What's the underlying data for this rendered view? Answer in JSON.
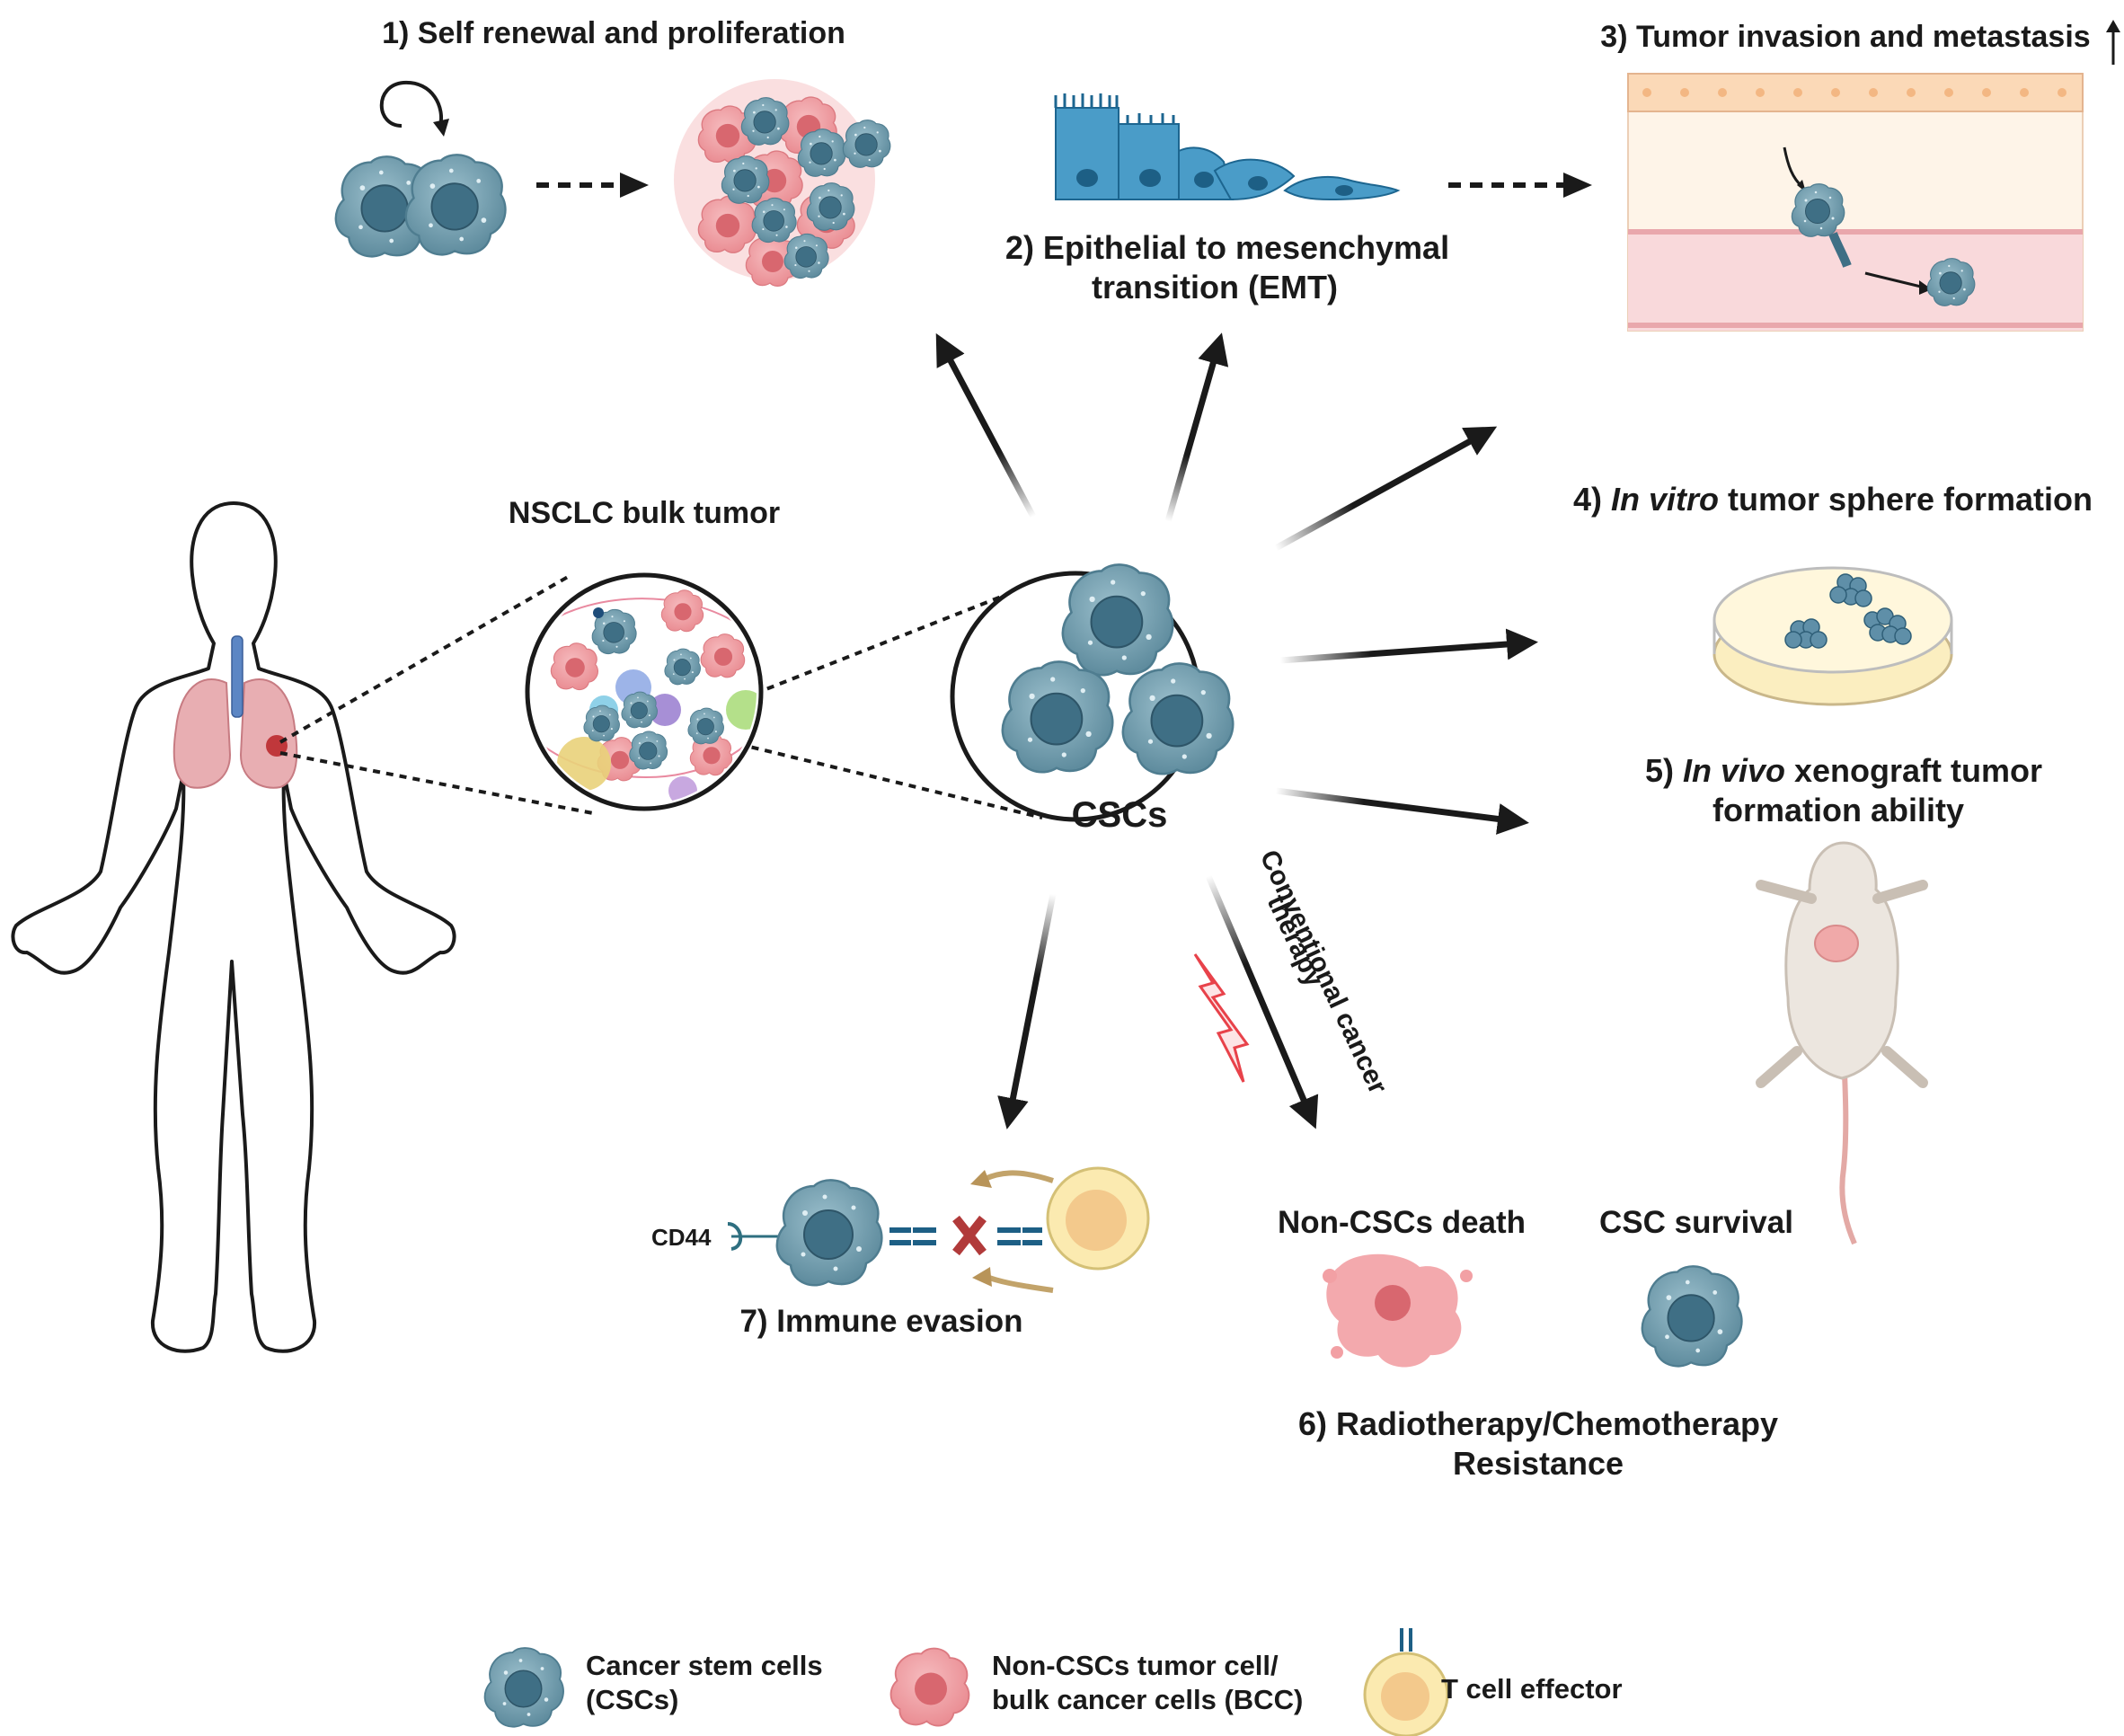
{
  "labels": {
    "self_renewal": "1) Self renewal and proliferation",
    "emt_line1": "2) Epithelial to mesenchymal",
    "emt_line2": "transition (EMT)",
    "invasion": "3) Tumor invasion and metastasis",
    "sphere_prefix": "4) ",
    "sphere_italic": "In vitro",
    "sphere_rest": " tumor sphere formation",
    "xeno_prefix": "5) ",
    "xeno_italic": "In vivo",
    "xeno_rest": " xenograft tumor",
    "xeno_line2": "formation ability",
    "resistance_line1": "6) Radiotherapy/Chemotherapy",
    "resistance_line2": "Resistance",
    "immune": "7) Immune evasion",
    "bulk_tumor": "NSCLC bulk tumor",
    "cscs": "CSCs",
    "therapy_line1": "Conventional cancer",
    "therapy_line2": "therapy",
    "non_csc_death": "Non-CSCs death",
    "csc_survival": "CSC survival",
    "cd44": "CD44"
  },
  "legend": [
    {
      "icon": "csc-cell-icon",
      "line1": "Cancer stem cells",
      "line2": "(CSCs)"
    },
    {
      "icon": "non-csc-cell-icon",
      "line1": "Non-CSCs tumor cell/",
      "line2": "bulk cancer cells (BCC)"
    },
    {
      "icon": "t-cell-icon",
      "line1": "T cell effector",
      "line2": ""
    }
  ],
  "colors": {
    "csc_fill": "#6f9bab",
    "csc_nucleus": "#3f6f85",
    "non_csc_fill": "#f2a0a4",
    "non_csc_nucleus": "#d8676f",
    "t_cell_outer": "#fbeab0",
    "t_cell_inner": "#f3c98c",
    "epithelium": "#4a9cc8",
    "vessel": "#f6d4d4",
    "lung": "#d98f96",
    "lightning": "#e8424a",
    "arrow": "#1a1a1a"
  }
}
